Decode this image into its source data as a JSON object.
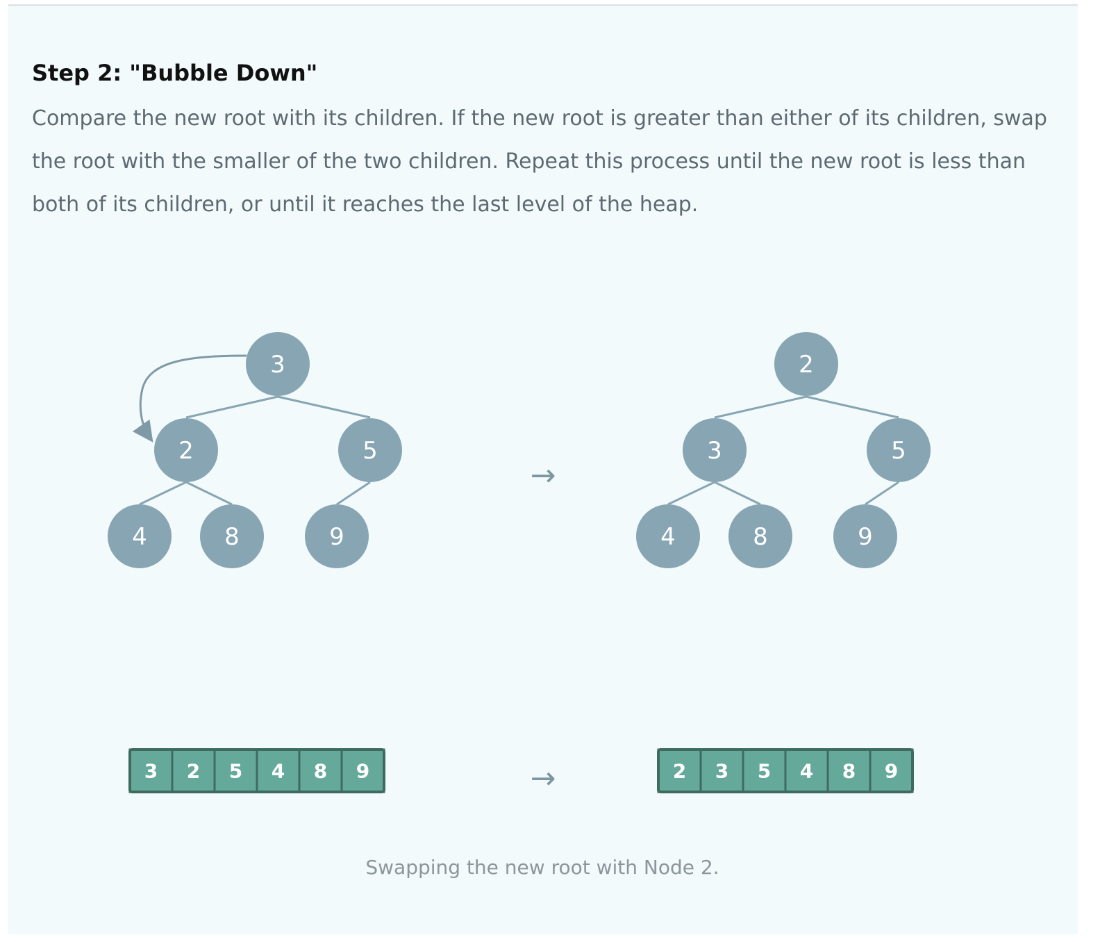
{
  "step": {
    "title": "Step 2: \"Bubble Down\"",
    "description": "Compare the new root with its children. If the new root is greater than either of its children, swap the root with the smaller of the two children. Repeat this process until the new root is less than both of its children, or until it reaches the last level of the heap."
  },
  "before": {
    "tree": {
      "root": "3",
      "left": "2",
      "right": "5",
      "left_left": "4",
      "left_right": "8",
      "right_left": "9"
    },
    "array": [
      "3",
      "2",
      "5",
      "4",
      "8",
      "9"
    ]
  },
  "after": {
    "tree": {
      "root": "2",
      "left": "3",
      "right": "5",
      "left_left": "4",
      "left_right": "8",
      "right_left": "9"
    },
    "array": [
      "2",
      "3",
      "5",
      "4",
      "8",
      "9"
    ]
  },
  "transition_arrow": "→",
  "caption": "Swapping the new root with Node 2.",
  "colors": {
    "panel_background": "#f2fafb",
    "node_fill": "#87a5b2",
    "edge": "#87a5b2",
    "swap_arrow": "#7e9aa6",
    "cell_fill": "#65a99b",
    "cell_border": "#3f6a60"
  }
}
